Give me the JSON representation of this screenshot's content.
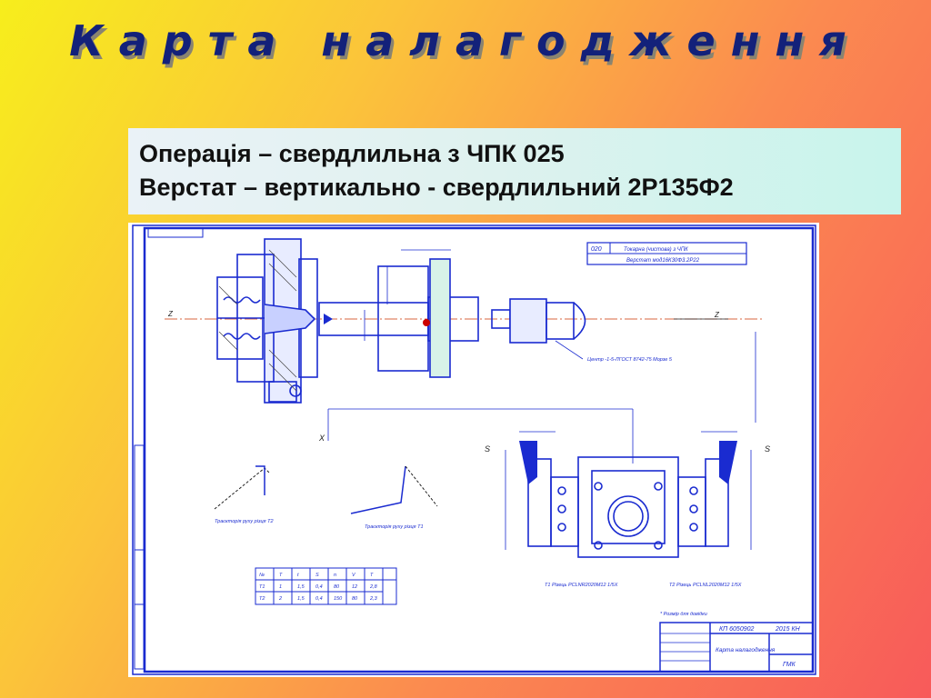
{
  "slide": {
    "title": "Карта налагодження",
    "operation": "Операція – свердлильна з ЧПК 025",
    "machine": "Верстат – вертикально - свердлильний 2Р135Ф2"
  },
  "drawing": {
    "table_op_code": "020",
    "table_op_name": "Токарна (чистова) з ЧПК",
    "table_machine": "Верстат мод16К30Ф3.2Р22",
    "label_tool_holder": "Центр -1-5-ЛГОСТ 8742-75 Морзе 5",
    "label_trajectory_t2": "Траєкторія руху різця Т2",
    "label_trajectory_t1": "Траєкторія руху різця Т1",
    "label_cutter_t1": "Т1 Різець PCLNR2020M12 1/5Х",
    "label_cutter_t2": "Т2 Різець PCLNL2020M12 1/5Х",
    "label_note": "* Розмір для довідки",
    "stamp_code": "КП 6050902",
    "stamp_year": "2015 КН",
    "stamp_title": "Карта налагодження",
    "stamp_org": "ГМК",
    "axis_z": "Z",
    "axis_x": "X",
    "label_s": "S",
    "t_labels": [
      "Т1",
      "Т2"
    ],
    "mode_header": [
      "№",
      "Т",
      "t",
      "S",
      "n",
      "V",
      "T"
    ],
    "mode_rows": [
      [
        "Т1",
        "1",
        "1,5",
        "0,4",
        "80",
        "12",
        "2,8"
      ],
      [
        "Т2",
        "2",
        "1,5",
        "0,4",
        "150",
        "80",
        "2,3"
      ]
    ]
  }
}
